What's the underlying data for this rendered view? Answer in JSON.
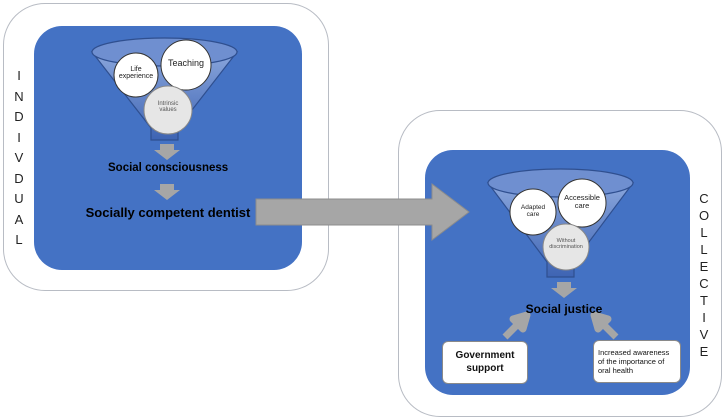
{
  "individual": {
    "side_label_letters": [
      "I",
      "N",
      "D",
      "I",
      "V",
      "D",
      "U",
      "A",
      "L"
    ],
    "funnel_items": [
      "Life experience",
      "Teaching",
      "Intrinsic values"
    ],
    "step1": "Social consciousness",
    "step2": "Socially competent dentist"
  },
  "collective": {
    "side_label_letters": [
      "C",
      "O",
      "L",
      "L",
      "E",
      "C",
      "T",
      "I",
      "V",
      "E"
    ],
    "funnel_items": [
      "Adapted care",
      "Accessible care",
      "Without discrimination"
    ],
    "result": "Social justice",
    "supports": [
      "Government support",
      "Increased awareness of the importance of oral health"
    ]
  },
  "colors": {
    "panel_blue": "#4472c4",
    "funnel_blue": "#5b7fc9",
    "arrow_gray": "#a6a6a6",
    "circle_fill": "#e6e6e6"
  }
}
